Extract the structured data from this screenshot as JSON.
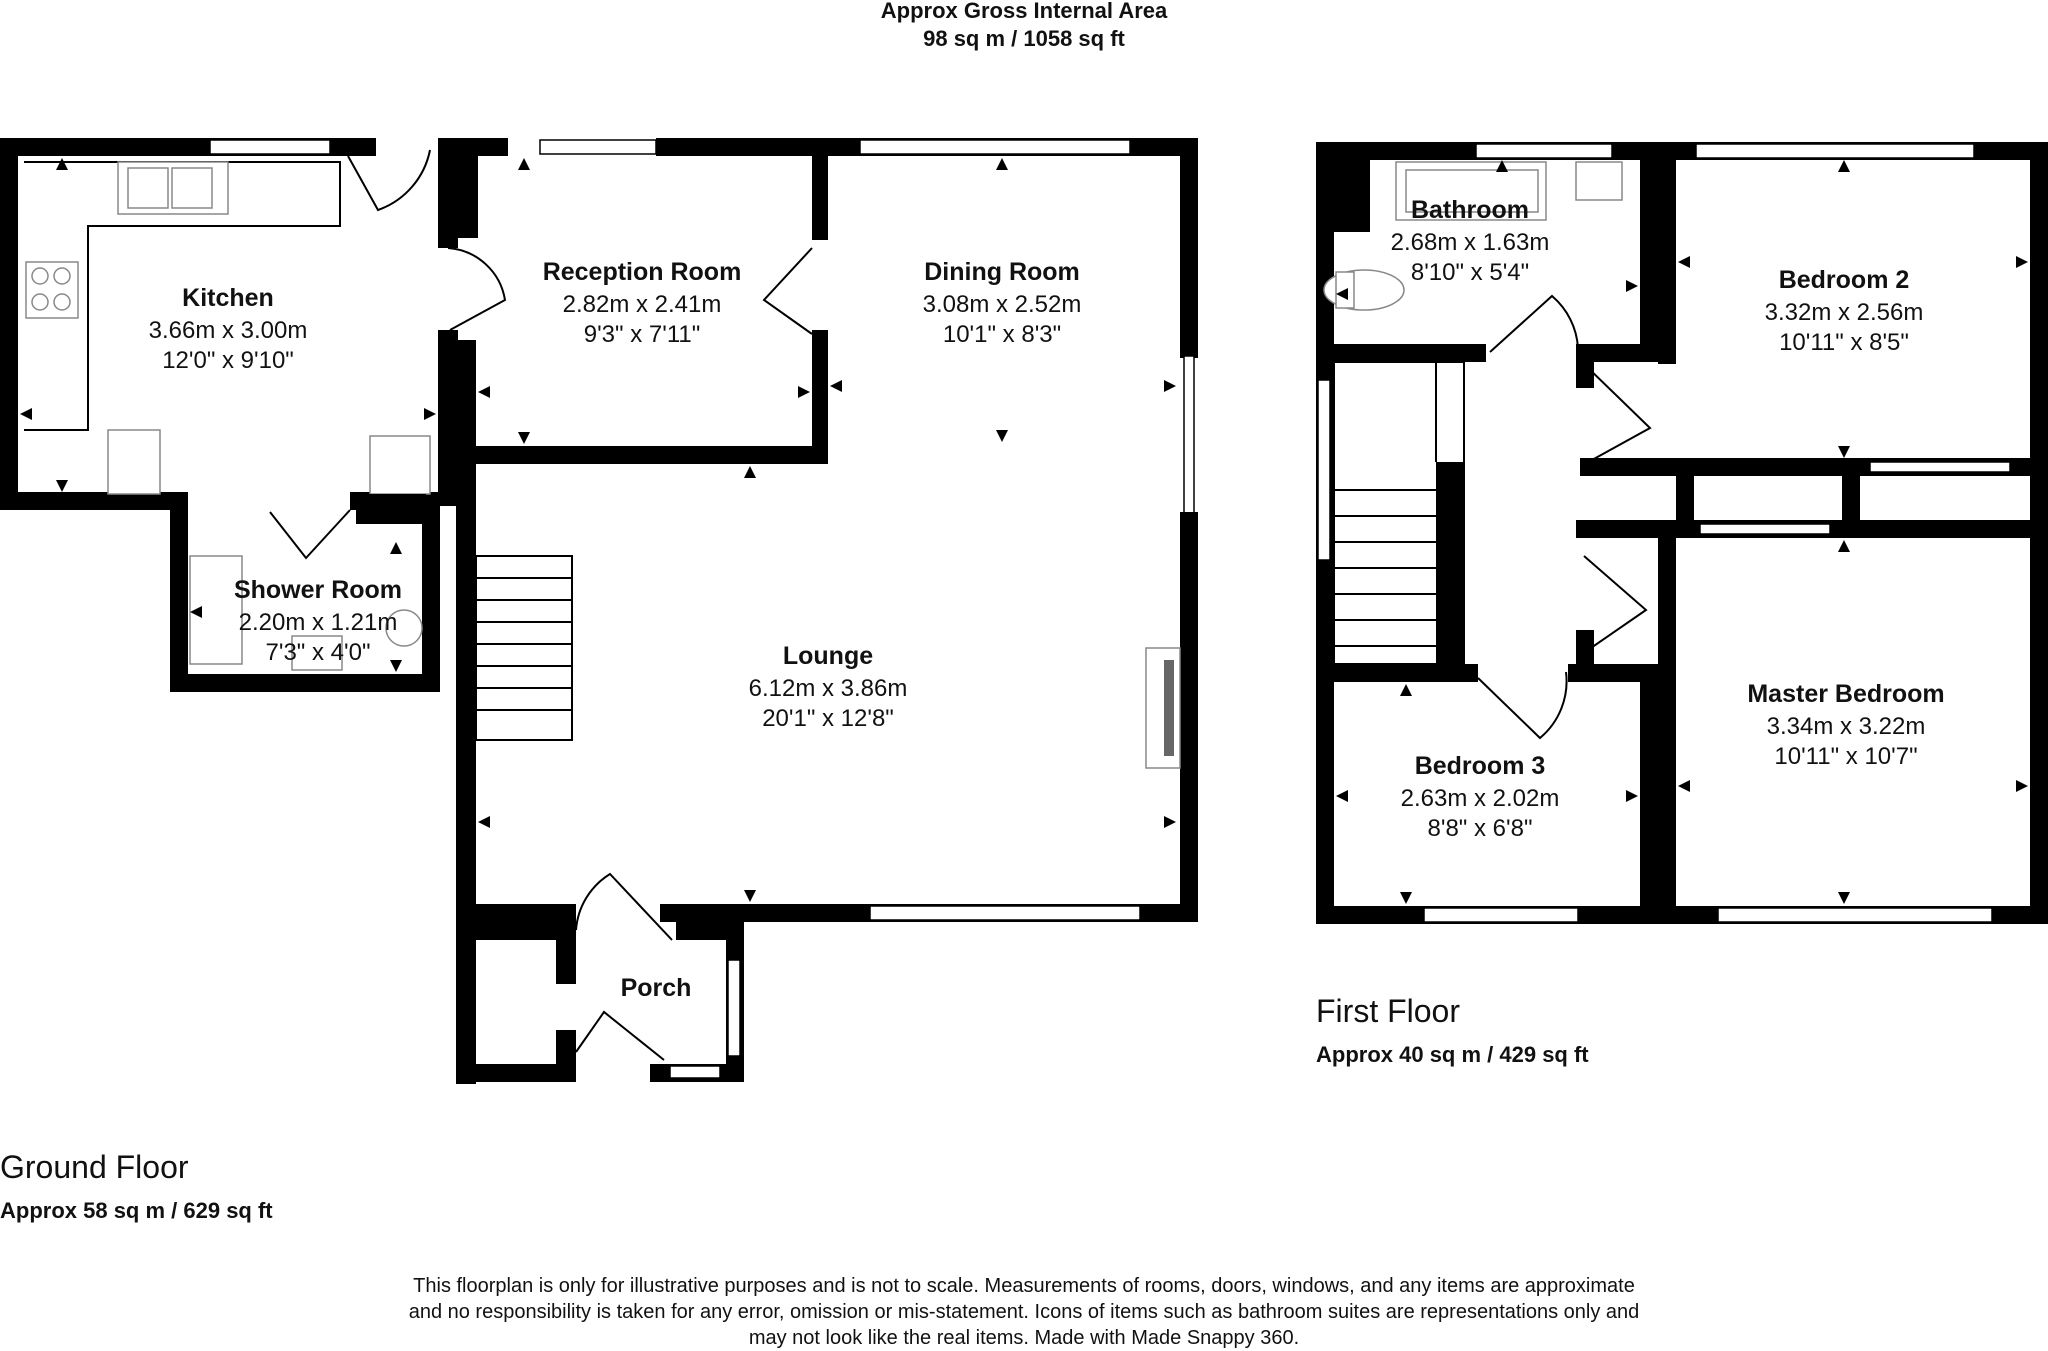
{
  "header": {
    "title": "Approx Gross Internal Area",
    "area": "98 sq m / 1058 sq ft"
  },
  "ground_floor": {
    "label": "Ground Floor",
    "area": "Approx 58 sq m / 629 sq ft",
    "rooms": [
      {
        "name": "Kitchen",
        "metric": "3.66m x 3.00m",
        "imperial": "12'0\" x 9'10\""
      },
      {
        "name": "Reception Room",
        "metric": "2.82m x 2.41m",
        "imperial": "9'3\" x 7'11\""
      },
      {
        "name": "Dining Room",
        "metric": "3.08m x 2.52m",
        "imperial": "10'1\" x 8'3\""
      },
      {
        "name": "Shower Room",
        "metric": "2.20m x 1.21m",
        "imperial": "7'3\" x 4'0\""
      },
      {
        "name": "Lounge",
        "metric": "6.12m x 3.86m",
        "imperial": "20'1\" x 12'8\""
      },
      {
        "name": "Porch",
        "metric": "",
        "imperial": ""
      }
    ]
  },
  "first_floor": {
    "label": "First Floor",
    "area": "Approx 40 sq m / 429 sq ft",
    "rooms": [
      {
        "name": "Bathroom",
        "metric": "2.68m x 1.63m",
        "imperial": "8'10\" x 5'4\""
      },
      {
        "name": "Bedroom 2",
        "metric": "3.32m x 2.56m",
        "imperial": "10'11\" x 8'5\""
      },
      {
        "name": "Bedroom 3",
        "metric": "2.63m x 2.02m",
        "imperial": "8'8\" x 6'8\""
      },
      {
        "name": "Master Bedroom",
        "metric": "3.34m x 3.22m",
        "imperial": "10'11\" x 10'7\""
      }
    ]
  },
  "disclaimer": {
    "line1": "This floorplan is only for illustrative purposes and is not to scale. Measurements of rooms, doors, windows, and any items are approximate",
    "line2": "and no responsibility is taken for any error, omission or mis-statement. Icons of items such as bathroom suites are representations only and",
    "line3": "may not look like the real items. Made with Made Snappy 360."
  }
}
